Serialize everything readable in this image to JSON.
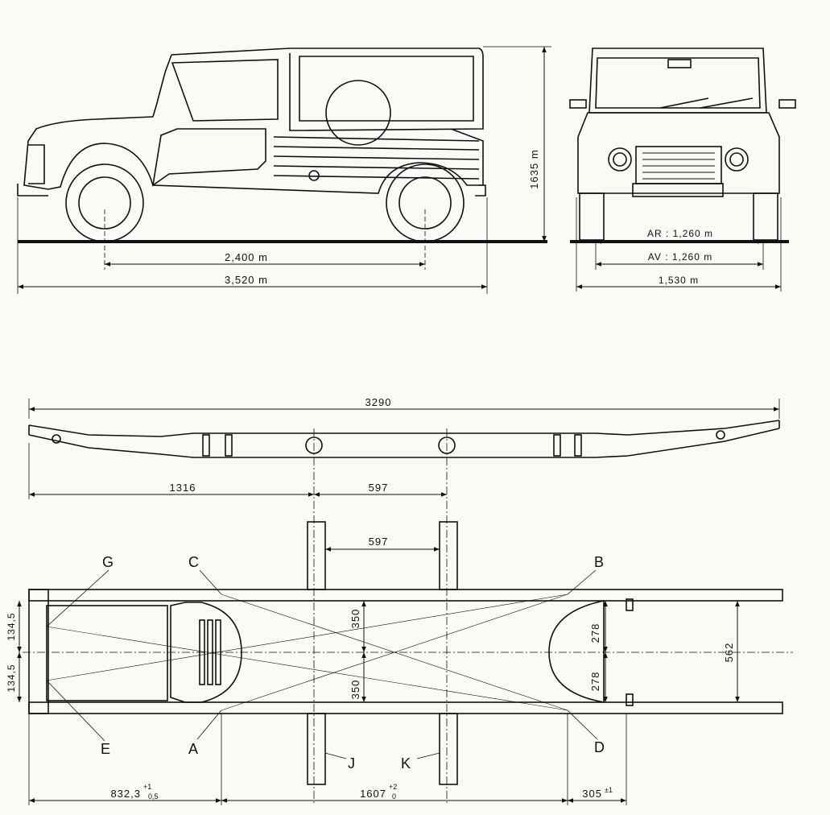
{
  "side_view": {
    "height": "1635 m",
    "wheelbase": "2,400 m",
    "length": "3,520 m"
  },
  "front_view": {
    "track_rear": "AR : 1,260 m",
    "track_front": "AV : 1,260 m",
    "width": "1,530 m"
  },
  "frame_side": {
    "overall_length": "3290",
    "front_to_mount": "1316",
    "mount_spacing": "597"
  },
  "frame_top": {
    "crossmember_spacing": "597",
    "half_width_upper": "350",
    "half_width_lower": "350",
    "rear_half_upper": "278",
    "rear_half_lower": "278",
    "rear_width": "562",
    "front_offset_upper": "134,5",
    "front_offset_lower": "134,5",
    "dim_front": "832,3",
    "dim_front_tol_upper": "+1",
    "dim_front_tol_lower": "0,5",
    "dim_middle": "1607",
    "dim_middle_tol_upper": "+2",
    "dim_middle_tol_lower": "0",
    "dim_rear": "305",
    "dim_rear_tol": "±1",
    "points": {
      "g": "G",
      "c": "C",
      "b": "B",
      "e": "E",
      "a": "A",
      "d": "D",
      "j": "J",
      "k": "K"
    }
  }
}
